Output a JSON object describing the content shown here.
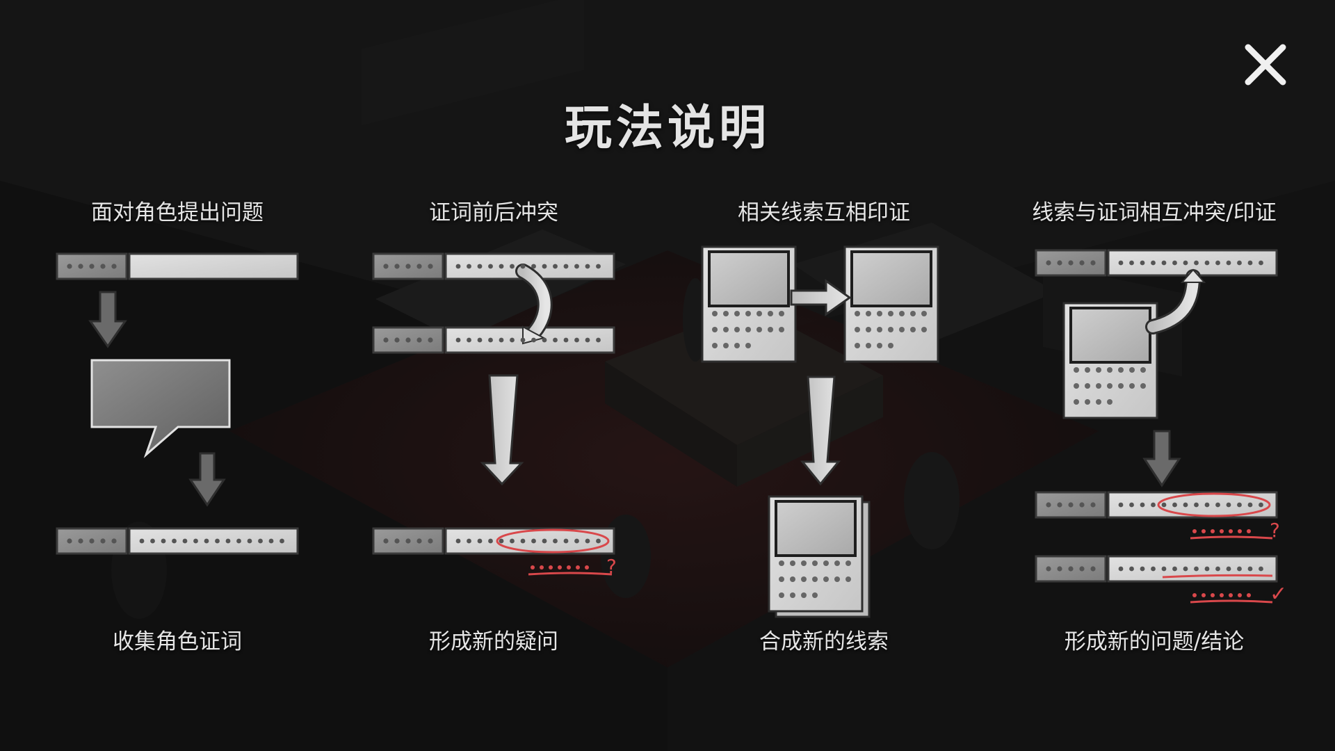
{
  "title": "玩法说明",
  "close": {
    "icon": "close-icon"
  },
  "steps": [
    {
      "top_label": "面对角色提出问题",
      "bottom_label": "收集角色证词"
    },
    {
      "top_label": "证词前后冲突",
      "bottom_label": "形成新的疑问"
    },
    {
      "top_label": "相关线索互相印证",
      "bottom_label": "合成新的线索"
    },
    {
      "top_label": "线索与证词相互冲突/印证",
      "bottom_label": "形成新的问题/结论"
    }
  ],
  "marks": {
    "question": "?",
    "check": "✓"
  },
  "colors": {
    "accent_red": "#d9484b",
    "panel": "#d2d2d2",
    "dark_panel": "#8a8a8a"
  }
}
